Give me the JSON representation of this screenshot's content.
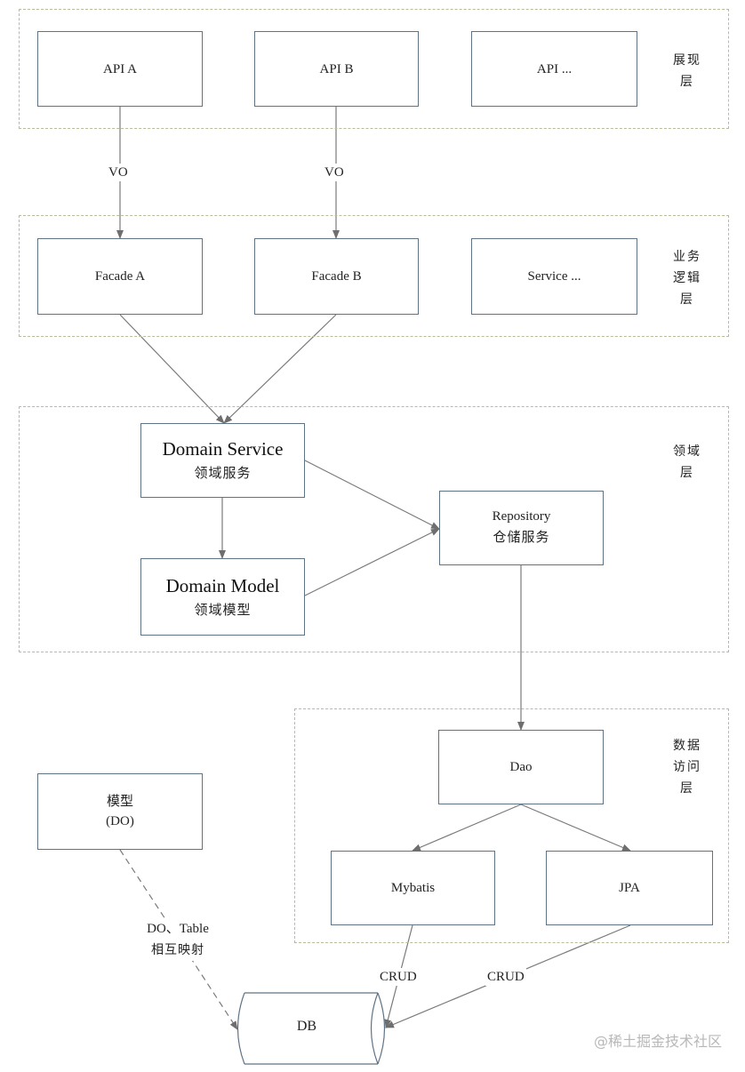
{
  "layers": {
    "presentation": "展现层",
    "business": "业务逻辑层",
    "domain": "领域层",
    "data_access": "数据访问层"
  },
  "nodes": {
    "api_a": "API A",
    "api_b": "API B",
    "api_more": "API ...",
    "facade_a": "Facade A",
    "facade_b": "Facade B",
    "service_more": "Service ...",
    "domain_service": "Domain Service",
    "domain_service_cn": "领域服务",
    "domain_model": "Domain Model",
    "domain_model_cn": "领域模型",
    "repository": "Repository",
    "repository_cn": "仓储服务",
    "dao": "Dao",
    "mybatis": "Mybatis",
    "jpa": "JPA",
    "model_do": "模型",
    "model_do_paren": "(DO)",
    "db": "DB"
  },
  "edge_labels": {
    "vo_a": "VO",
    "vo_b": "VO",
    "crud_mybatis": "CRUD",
    "crud_jpa": "CRUD",
    "mapping_line1": "DO、Table",
    "mapping_line2": "相互映射"
  },
  "watermark": "@稀土掘金技术社区",
  "colors": {
    "box_border": "#5f7385",
    "layer_border": "#b9bc9a",
    "arrow": "#6e6e6e"
  }
}
